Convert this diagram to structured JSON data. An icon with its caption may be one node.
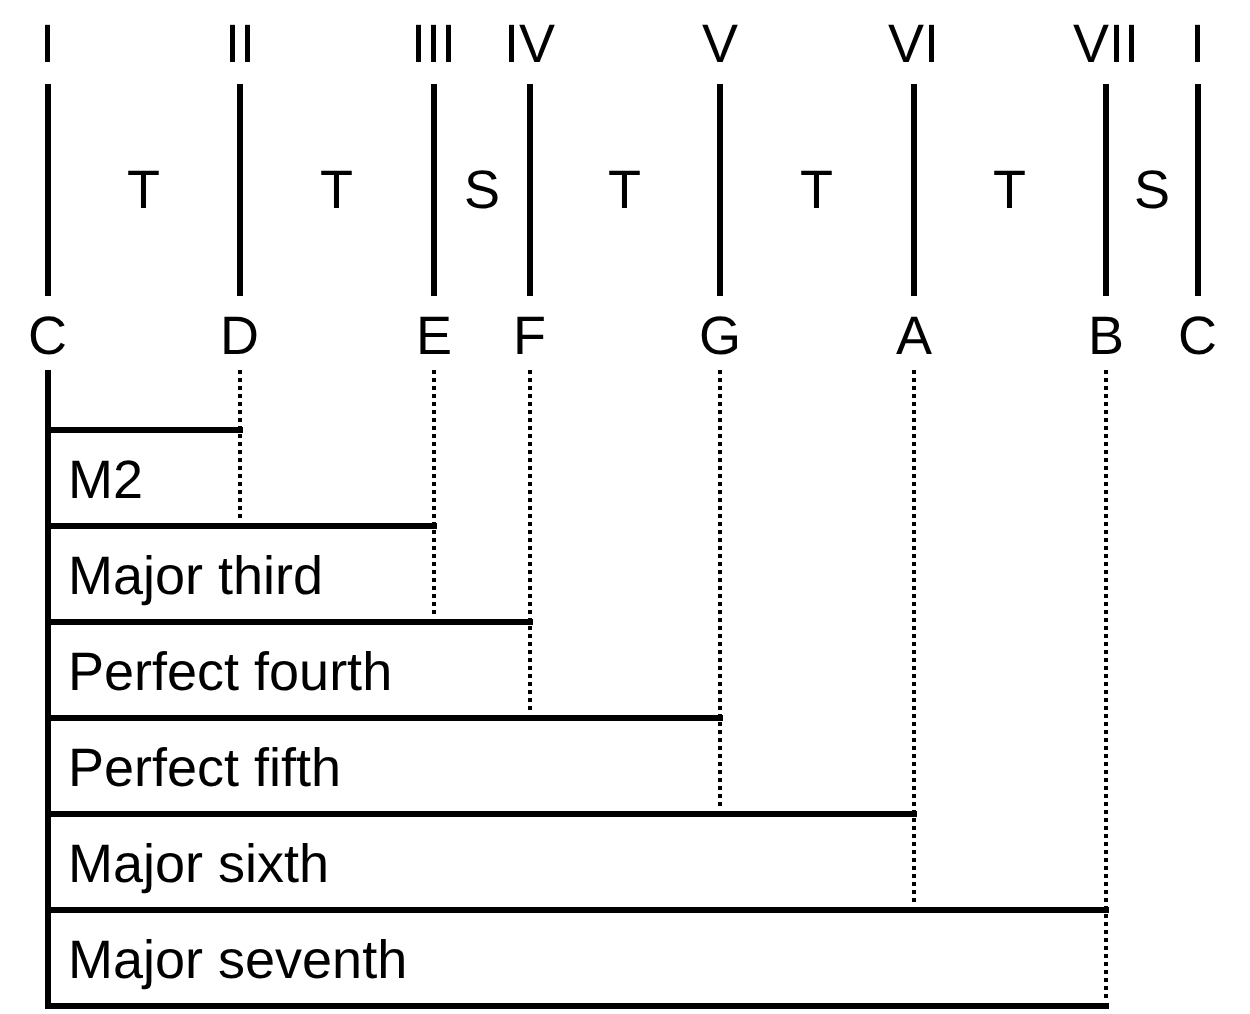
{
  "diagram": {
    "labels": [
      "I",
      "II",
      "III",
      "IV",
      "V",
      "VI",
      "VII",
      "I",
      "T",
      "T",
      "S",
      "T",
      "T",
      "T",
      "S",
      "C",
      "D",
      "E",
      "F",
      "G",
      "A",
      "B",
      "C",
      "M2",
      "Major third",
      "Perfect fourth",
      "Perfect fifth",
      "Major sixth",
      "Major seventh"
    ]
  }
}
